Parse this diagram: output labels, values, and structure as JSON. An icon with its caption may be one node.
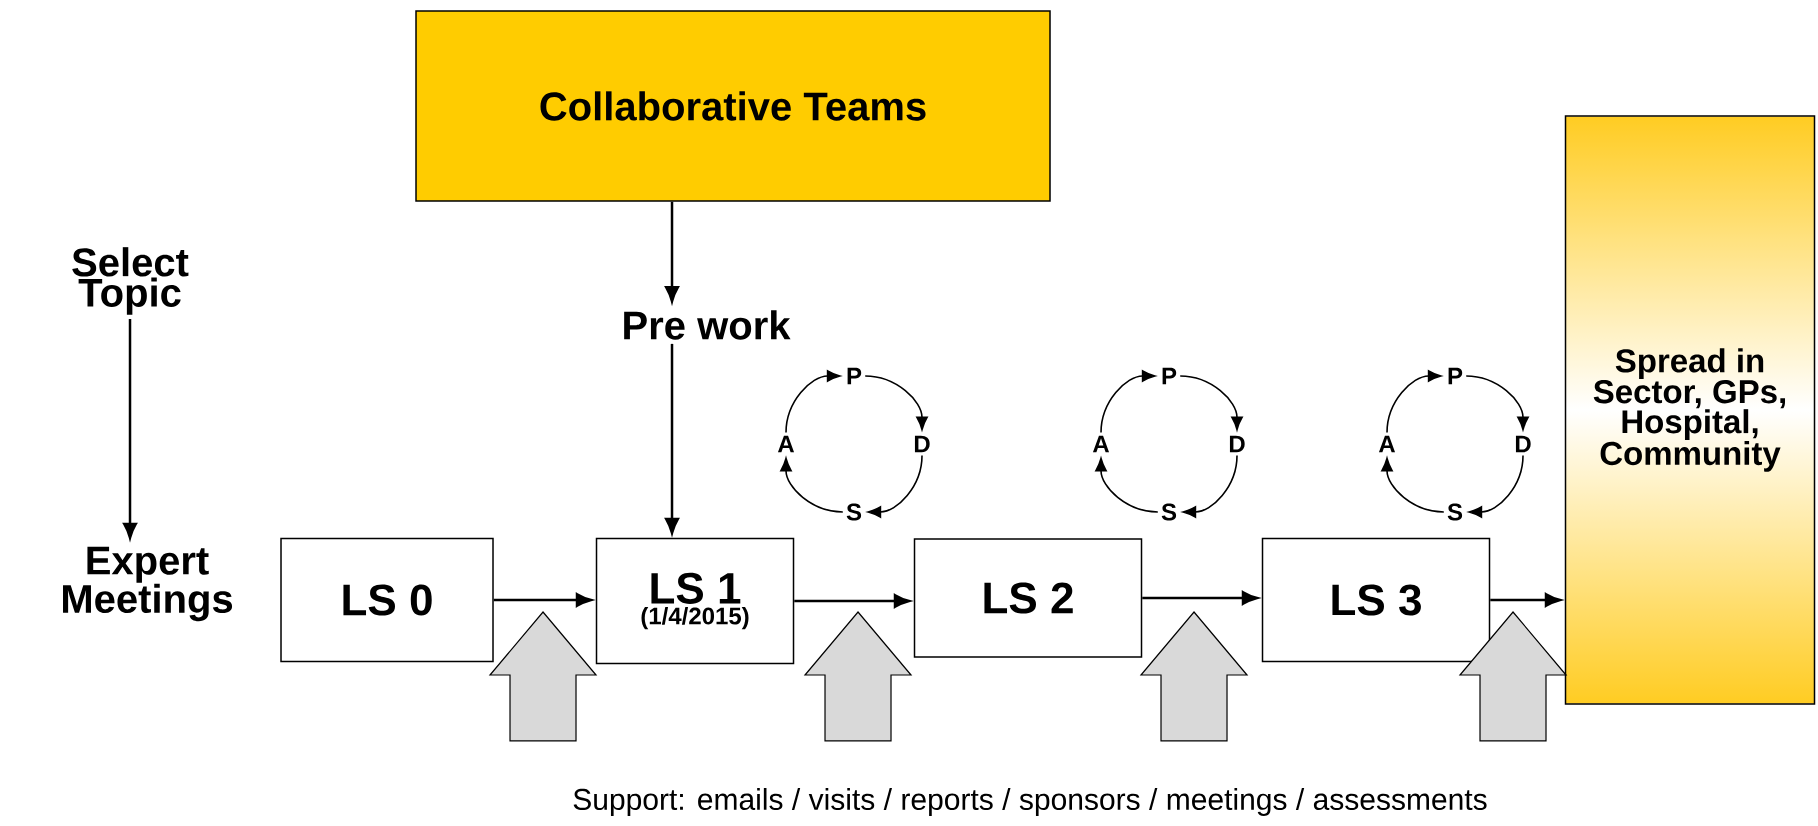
{
  "diagram": {
    "nodes": [
      {
        "text": [
          "Collaborative Teams"
        ]
      },
      {
        "text": [
          "Select Topic"
        ]
      },
      {
        "text": [
          "Expert Meetings"
        ]
      },
      {
        "text": [
          "Pre work"
        ]
      },
      {
        "text": [
          "LS 0"
        ]
      },
      {
        "text": [
          "LS 1",
          "(1/4/2015)"
        ]
      },
      {
        "text": [
          "LS 2"
        ]
      },
      {
        "text": [
          "LS 3"
        ]
      },
      {
        "text": [
          "Spread in Sector, GPs, Hospital, Community"
        ]
      },
      {
        "text": [
          "P"
        ]
      },
      {
        "text": [
          "A"
        ]
      },
      {
        "text": [
          "D"
        ]
      },
      {
        "text": [
          "S"
        ]
      },
      {
        "text": [
          "P"
        ]
      },
      {
        "text": [
          "A"
        ]
      },
      {
        "text": [
          "D"
        ]
      },
      {
        "text": [
          "S"
        ]
      },
      {
        "text": [
          "P"
        ]
      },
      {
        "text": [
          "A"
        ]
      },
      {
        "text": [
          "D"
        ]
      },
      {
        "text": [
          "S"
        ]
      },
      {
        "text": [
          "Support: emails / visits / reports / sponsors / meetings / assessments"
        ]
      }
    ],
    "edges": [
      {
        "from": 0,
        "to": 3,
        "arrow": "to"
      },
      {
        "from": 3,
        "to": 5,
        "arrow": "to"
      },
      {
        "from": 1,
        "to": 2,
        "arrow": "to"
      },
      {
        "from": 4,
        "to": 5,
        "arrow": "to"
      },
      {
        "from": 5,
        "to": 6,
        "arrow": "to"
      },
      {
        "from": 6,
        "to": 7,
        "arrow": "to"
      },
      {
        "from": 7,
        "to": 8,
        "arrow": "to"
      },
      {
        "from": 9,
        "to": 11,
        "arrow": "to"
      },
      {
        "from": 11,
        "to": 12,
        "arrow": "to"
      },
      {
        "from": 12,
        "to": 10,
        "arrow": "to"
      },
      {
        "from": 10,
        "to": 9,
        "arrow": "to"
      },
      {
        "from": 13,
        "to": 15,
        "arrow": "to"
      },
      {
        "from": 15,
        "to": 16,
        "arrow": "to"
      },
      {
        "from": 16,
        "to": 14,
        "arrow": "to"
      },
      {
        "from": 14,
        "to": 13,
        "arrow": "to"
      },
      {
        "from": 17,
        "to": 19,
        "arrow": "to"
      },
      {
        "from": 19,
        "to": 20,
        "arrow": "to"
      },
      {
        "from": 20,
        "to": 18,
        "arrow": "to"
      },
      {
        "from": 18,
        "to": 17,
        "arrow": "to"
      },
      {
        "from": 21,
        "to": null,
        "arrow": "to"
      },
      {
        "from": 21,
        "to": null,
        "arrow": "to"
      },
      {
        "from": 21,
        "to": null,
        "arrow": "to"
      },
      {
        "from": 21,
        "to": null,
        "arrow": "to"
      }
    ]
  }
}
